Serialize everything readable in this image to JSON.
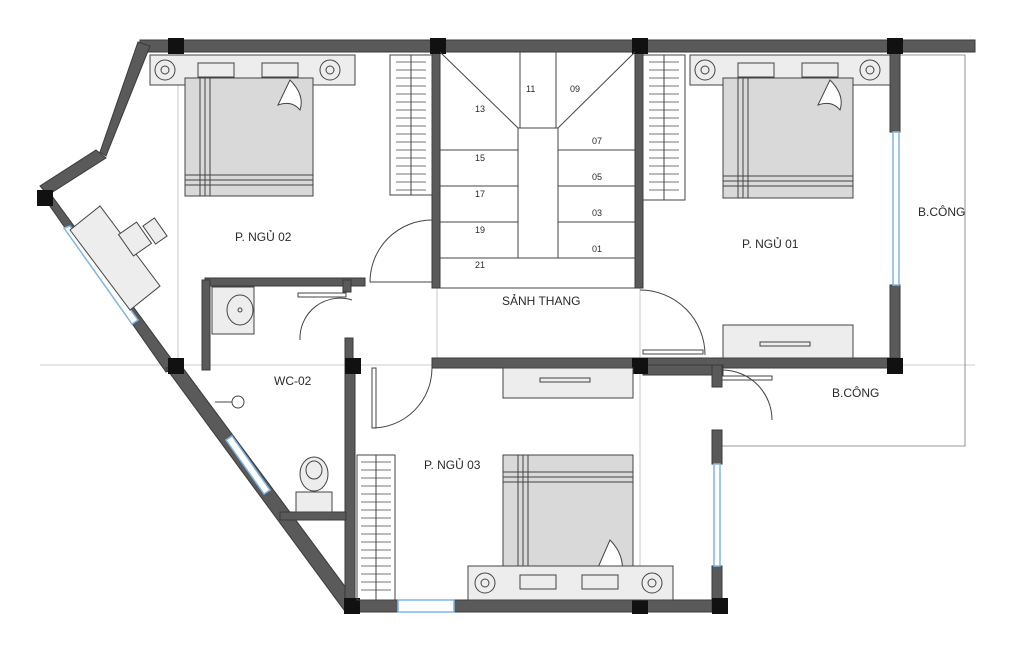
{
  "plan": {
    "rooms": {
      "bed02": "P. NGỦ 02",
      "bed01": "P. NGỦ 01",
      "bed03": "P. NGỦ 03",
      "wc02": "WC-02",
      "lobby": "SẢNH THANG",
      "balcony_upper": "B.CÔNG",
      "balcony_lower": "B.CÔNG"
    },
    "stair_steps": {
      "s01": "01",
      "s03": "03",
      "s05": "05",
      "s07": "07",
      "s09": "09",
      "s11": "11",
      "s13": "13",
      "s15": "15",
      "s17": "17",
      "s19": "19",
      "s21": "21"
    }
  }
}
